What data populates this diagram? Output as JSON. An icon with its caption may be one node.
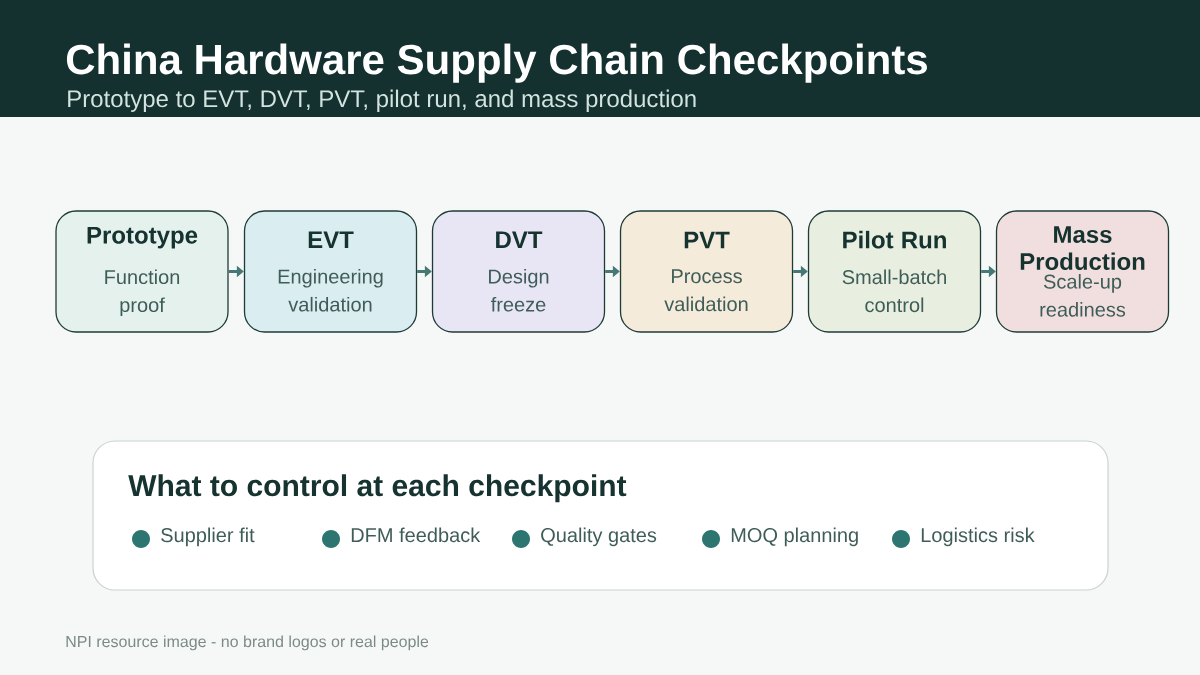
{
  "diagram": {
    "title": "China Hardware Supply Chain Checkpoints",
    "nodes": [
      {
        "text": [
          "Prototype",
          "Function proof"
        ]
      },
      {
        "text": [
          "EVT",
          "Engineering validation"
        ]
      },
      {
        "text": [
          "DVT",
          "Design freeze"
        ]
      },
      {
        "text": [
          "PVT",
          "Process validation"
        ]
      },
      {
        "text": [
          "Pilot Run",
          "Small-batch control"
        ]
      },
      {
        "text": [
          "Mass Production",
          "Scale-up readiness"
        ]
      },
      {
        "text": [
          "What to control at each checkpoint",
          "Supplier fit",
          "DFM feedback",
          "Quality gates",
          "MOQ planning",
          "Logistics risk"
        ]
      }
    ],
    "edges": [
      {
        "from": 0,
        "to": 1,
        "arrow": "to"
      },
      {
        "from": 1,
        "to": 2,
        "arrow": "to"
      },
      {
        "from": 2,
        "to": 3,
        "arrow": "to"
      },
      {
        "from": 3,
        "to": 4,
        "arrow": "to"
      },
      {
        "from": 4,
        "to": 5,
        "arrow": "to"
      }
    ],
    "labels": [
      "Prototype to EVT, DVT, PVT, pilot run, and mass production",
      "NPI resource image - no brand logos or real people"
    ]
  }
}
